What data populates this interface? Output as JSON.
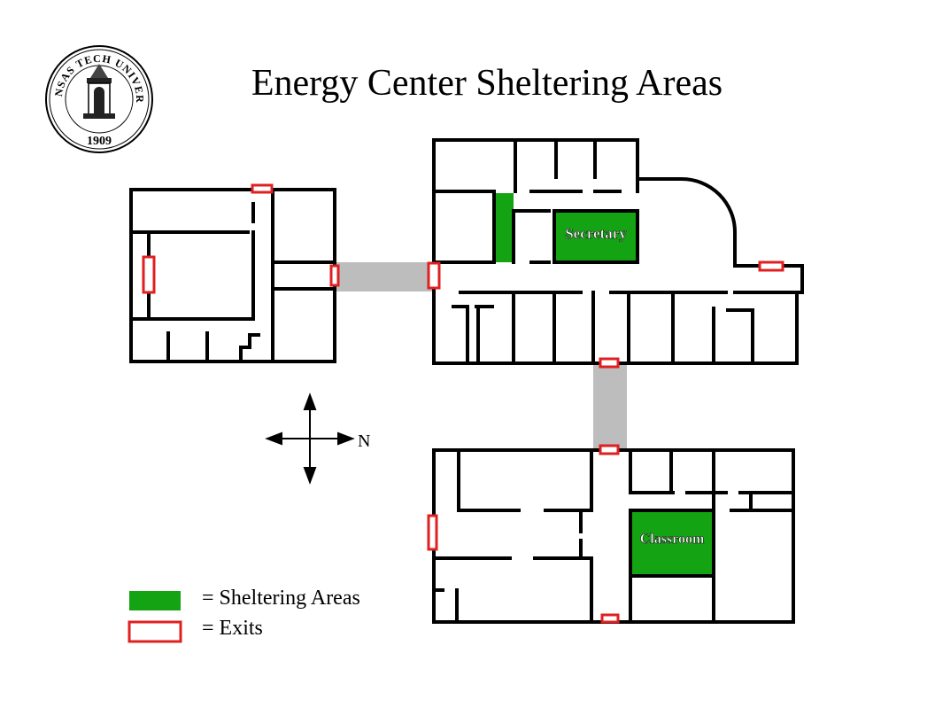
{
  "title": "Energy Center Sheltering Areas",
  "seal": {
    "top_text": "ARKANSAS TECH UNIVERSITY",
    "year": "1909"
  },
  "compass": {
    "north_label": "N"
  },
  "rooms": {
    "secretary": "Secretary",
    "classroom": "Classroom"
  },
  "legend": {
    "sheltering_label": "= Sheltering Areas",
    "exits_label": "= Exits"
  },
  "colors": {
    "shelter": "#13a313",
    "exit": "#e02020",
    "corridor": "#bdbdbd",
    "wall": "#000000"
  }
}
